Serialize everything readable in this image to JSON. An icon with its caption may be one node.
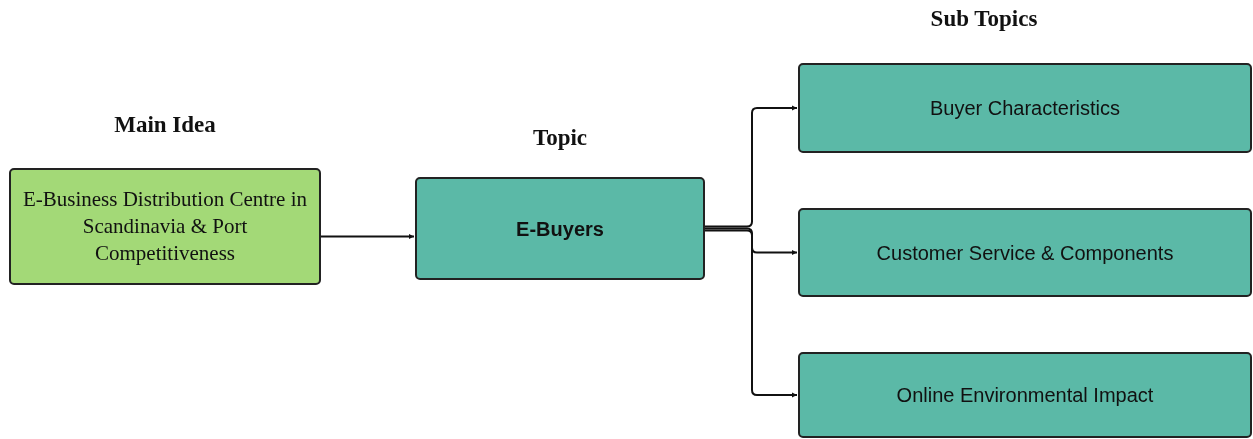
{
  "diagram": {
    "nodes": [
      {
        "text": [
          "Main Idea",
          "E-Business Distribution Centre in Scandinavia & Port Competitiveness"
        ]
      },
      {
        "text": [
          "Topic",
          "E-Buyers"
        ]
      },
      {
        "text": [
          "Buyer Characteristics"
        ]
      },
      {
        "text": [
          "Customer Service & Components"
        ]
      },
      {
        "text": [
          "Online Environmental Impact"
        ]
      }
    ],
    "edges": [
      {
        "from": 0,
        "to": 1,
        "arrow": "to"
      },
      {
        "from": 1,
        "to": 2,
        "arrow": "to"
      },
      {
        "from": 1,
        "to": 3,
        "arrow": "to"
      },
      {
        "from": 1,
        "to": 4,
        "arrow": "to"
      }
    ],
    "labels": [
      "Sub Topics"
    ]
  }
}
